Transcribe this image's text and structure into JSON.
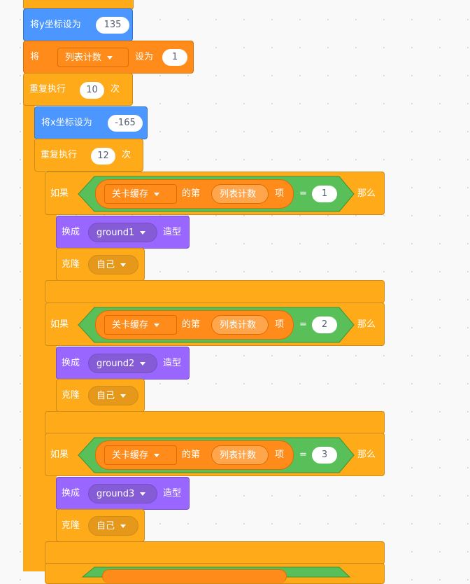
{
  "script": {
    "set_y": {
      "label": "将y坐标设为",
      "value": "135"
    },
    "set_var": {
      "label_prefix": "将",
      "variable": "列表计数",
      "label_mid": "设为",
      "value": "1"
    },
    "repeat_outer": {
      "label": "重复执行",
      "count": "10",
      "suffix": "次"
    },
    "set_x": {
      "label": "将x坐标设为",
      "value": "-165"
    },
    "repeat_inner": {
      "label": "重复执行",
      "count": "12",
      "suffix": "次"
    },
    "if_blocks": [
      {
        "if_label": "如果",
        "list": "关卡缓存",
        "item_of": "的第",
        "index_var": "列表计数",
        "item_suffix": "项",
        "op": "=",
        "compare": "1",
        "then": "那么",
        "switch_label": "换成",
        "costume": "ground1",
        "costume_suffix": "造型",
        "clone_label": "克隆",
        "clone_target": "自己"
      },
      {
        "if_label": "如果",
        "list": "关卡缓存",
        "item_of": "的第",
        "index_var": "列表计数",
        "item_suffix": "项",
        "op": "=",
        "compare": "2",
        "then": "那么",
        "switch_label": "换成",
        "costume": "ground2",
        "costume_suffix": "造型",
        "clone_label": "克隆",
        "clone_target": "自己"
      },
      {
        "if_label": "如果",
        "list": "关卡缓存",
        "item_of": "的第",
        "index_var": "列表计数",
        "item_suffix": "项",
        "op": "=",
        "compare": "3",
        "then": "那么",
        "switch_label": "换成",
        "costume": "ground3",
        "costume_suffix": "造型",
        "clone_label": "克隆",
        "clone_target": "自己"
      }
    ]
  },
  "colors": {
    "motion": "#4c97ff",
    "control": "#ffab19",
    "variables": "#ff8c1a",
    "operators": "#59c059",
    "looks": "#9966ff",
    "canvas": "#f9f9f9"
  }
}
